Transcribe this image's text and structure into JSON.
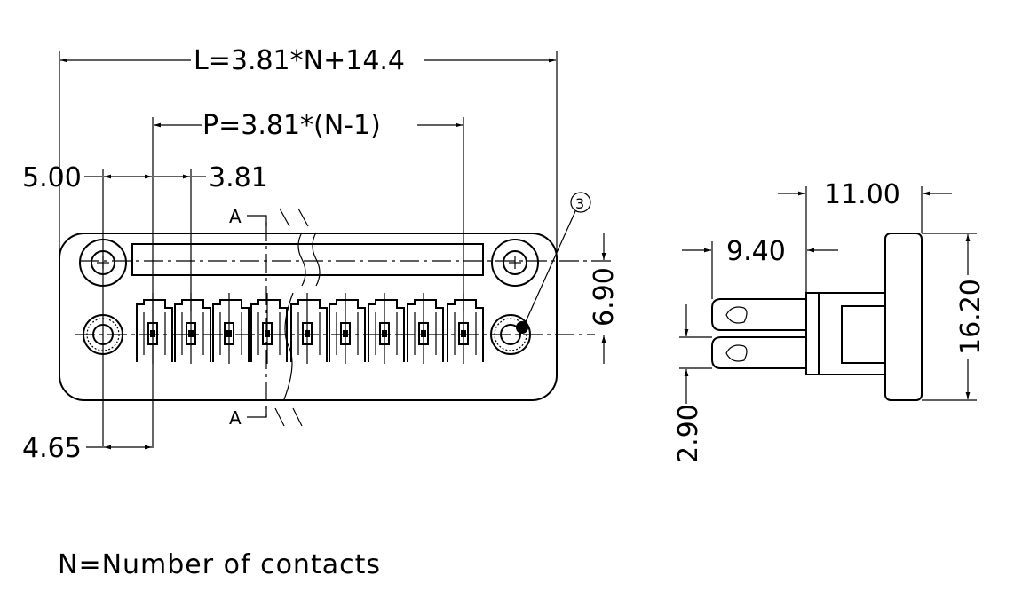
{
  "dimensions": {
    "length_formula": "L=3.81*N+14.4",
    "pitch_formula": "P=3.81*(N-1)",
    "edge_to_hole": "5.00",
    "pitch": "3.81",
    "hole_to_first_pin": "4.65",
    "pin_row_offset": "6.90",
    "side_depth": "11.00",
    "pin_length": "9.40",
    "height": "16.20",
    "pin_spacing": "2.90"
  },
  "section_labels": {
    "top": "A",
    "bottom": "A"
  },
  "callout": "3",
  "note": "N=Number of contacts"
}
